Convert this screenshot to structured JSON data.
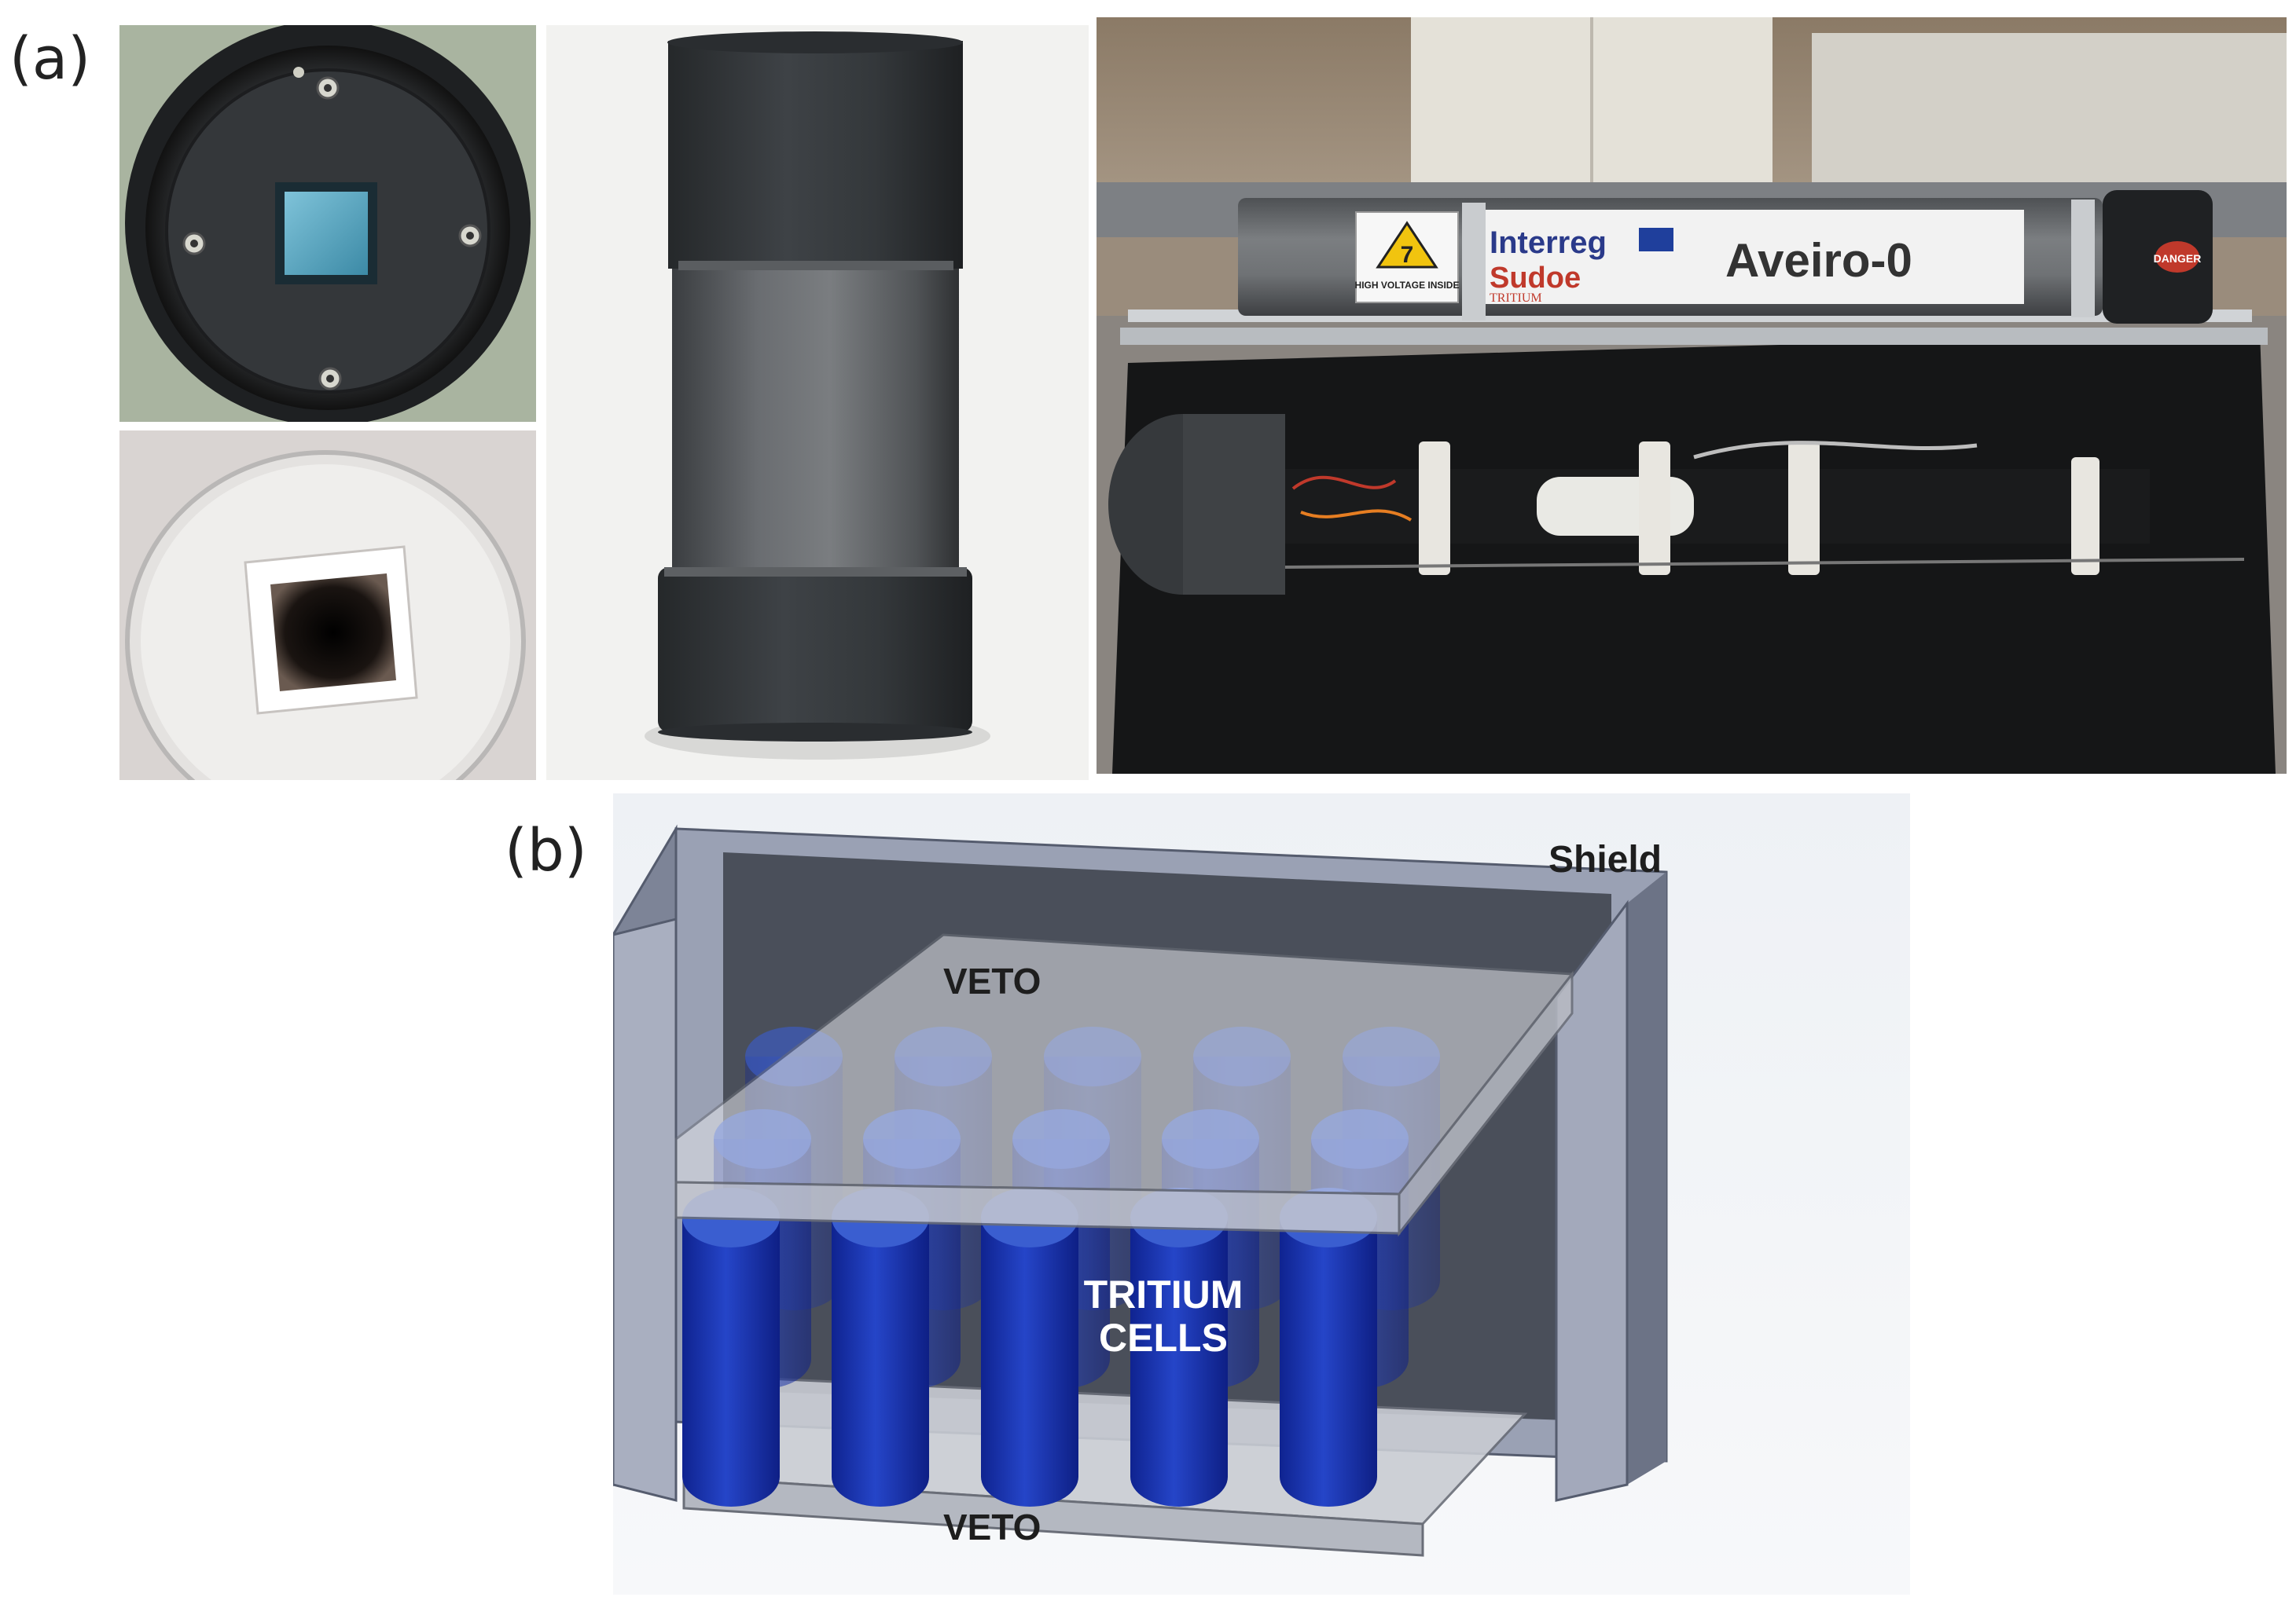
{
  "panels": {
    "a": {
      "label": "(a)"
    },
    "b": {
      "label": "(b)"
    }
  },
  "photo_right": {
    "sticker_text": "HIGH VOLTAGE INSIDE",
    "sticker_symbol": "7",
    "brand_line1": "Interreg",
    "brand_line2": "Sudoe",
    "brand_line3": "TRITIUM",
    "detector_name": "Aveiro-0",
    "cap_text": "DANGER"
  },
  "diagram": {
    "shield_label": "Shield",
    "veto_top_label": "VETO",
    "veto_bottom_label": "VETO",
    "cells_label_line1": "TRITIUM",
    "cells_label_line2": "CELLS"
  },
  "colors": {
    "cell_blue": "#1a35b8",
    "cell_top": "#3a5ed0",
    "shield": "#8c93a8",
    "veto": "#cfd2d8"
  }
}
